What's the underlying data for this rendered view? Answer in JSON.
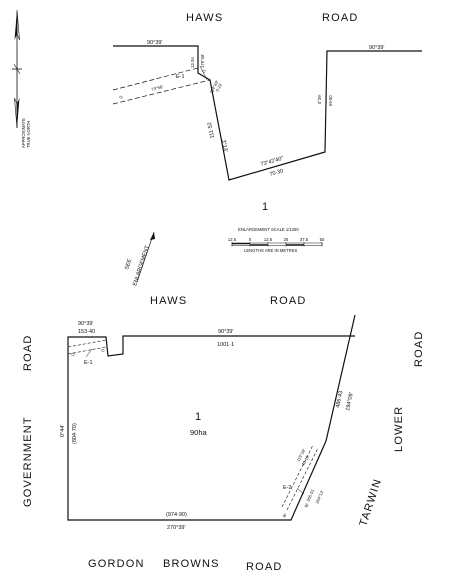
{
  "top_plan": {
    "road_left": "HAWS",
    "road_right": "ROAD",
    "brg_left": "90°39'",
    "brg_right": "90°39'",
    "brg_short_v": "179°58'",
    "dist_short_v": "13·34",
    "brg_diag": "124°49'",
    "dist_diag": "0·29",
    "brg_ease": "73°58'",
    "easement": "E-1",
    "d_mark": "D",
    "brg_left_side": "3°13'",
    "dist_left_side": "111·52",
    "brg_bottom": "73°42'40\"",
    "dist_bottom": "70·30",
    "brg_right_side": "0°39'",
    "dist_right_side": "69·80",
    "lot": "1"
  },
  "north": {
    "line1": "APPROXIMATE",
    "line2": "TRUE NORTH"
  },
  "scale_bar": {
    "title": "ENLARGEMENT SCALE 1/1250",
    "ticks": [
      "12.5",
      "0",
      "12.5",
      "25",
      "37.5",
      "50"
    ],
    "caption": "LENGTHS ARE IN METRES"
  },
  "see_enlargement": {
    "line1": "SEE",
    "line2": "ENLARGEMENT"
  },
  "bottom_plan": {
    "haws": "HAWS",
    "haws_road": "ROAD",
    "brg_top_left": "90°39'",
    "dist_top_left": "153·40",
    "brg_top": "90°39'",
    "dist_top": "1001·1",
    "easement1": "E-1",
    "d_mark": "D",
    "brg_left": "0°44'",
    "dist_left": "(804·70)",
    "lot": "1",
    "area": "90ha",
    "brg_right": "194°09'",
    "dist_right": "486·43",
    "brg_bottom": "270°39'",
    "dist_bottom": "(974·90)",
    "easement2": "E-2",
    "brg_e2a": "115°18'",
    "dist_e2a": "40·10",
    "brg_e2b": "204°13'",
    "dist_e2b": "365·51",
    "w_mark": "W",
    "government": "GOVERNMENT",
    "gov_road": "ROAD",
    "lower": "LOWER",
    "lower_road": "ROAD",
    "tarwin": "TARWIN",
    "gordon": "GORDON",
    "browns": "BROWNS",
    "gordon_road": "ROAD"
  }
}
